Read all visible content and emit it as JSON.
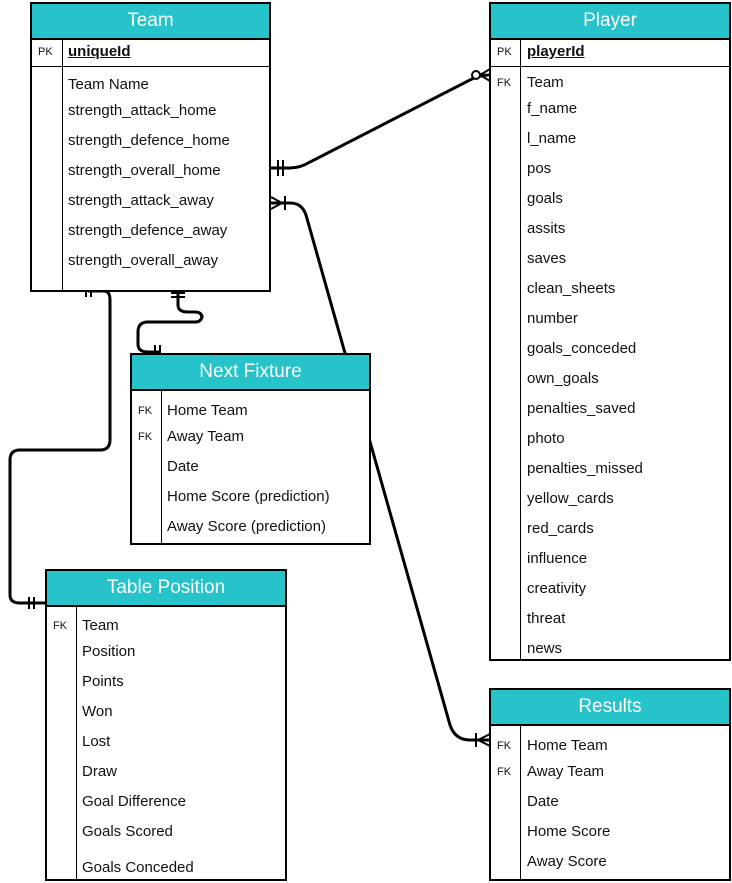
{
  "entities": {
    "team": {
      "title": "Team",
      "pk": {
        "key": "PK",
        "name": "uniqueId"
      },
      "fields": [
        {
          "key": "",
          "name": "Team Name"
        },
        {
          "key": "",
          "name": "strength_attack_home"
        },
        {
          "key": "",
          "name": "strength_defence_home"
        },
        {
          "key": "",
          "name": "strength_overall_home"
        },
        {
          "key": "",
          "name": "strength_attack_away"
        },
        {
          "key": "",
          "name": "strength_defence_away"
        },
        {
          "key": "",
          "name": "strength_overall_away"
        }
      ]
    },
    "player": {
      "title": "Player",
      "pk": {
        "key": "PK",
        "name": "playerId"
      },
      "fields": [
        {
          "key": "FK",
          "name": "Team"
        },
        {
          "key": "",
          "name": "f_name"
        },
        {
          "key": "",
          "name": "l_name"
        },
        {
          "key": "",
          "name": "pos"
        },
        {
          "key": "",
          "name": "goals"
        },
        {
          "key": "",
          "name": "assits"
        },
        {
          "key": "",
          "name": "saves"
        },
        {
          "key": "",
          "name": "clean_sheets"
        },
        {
          "key": "",
          "name": "number"
        },
        {
          "key": "",
          "name": "goals_conceded"
        },
        {
          "key": "",
          "name": "own_goals"
        },
        {
          "key": "",
          "name": "penalties_saved"
        },
        {
          "key": "",
          "name": "photo"
        },
        {
          "key": "",
          "name": "penalties_missed"
        },
        {
          "key": "",
          "name": "yellow_cards"
        },
        {
          "key": "",
          "name": "red_cards"
        },
        {
          "key": "",
          "name": "influence"
        },
        {
          "key": "",
          "name": "creativity"
        },
        {
          "key": "",
          "name": "threat"
        },
        {
          "key": "",
          "name": "news"
        }
      ]
    },
    "next_fixture": {
      "title": "Next Fixture",
      "fields": [
        {
          "key": "FK",
          "name": "Home Team"
        },
        {
          "key": "FK",
          "name": "Away Team"
        },
        {
          "key": "",
          "name": "Date"
        },
        {
          "key": "",
          "name": "Home Score (prediction)"
        },
        {
          "key": "",
          "name": "Away Score (prediction)"
        }
      ]
    },
    "table_position": {
      "title": "Table Position",
      "fields": [
        {
          "key": "FK",
          "name": "Team"
        },
        {
          "key": "",
          "name": "Position"
        },
        {
          "key": "",
          "name": "Points"
        },
        {
          "key": "",
          "name": "Won"
        },
        {
          "key": "",
          "name": "Lost"
        },
        {
          "key": "",
          "name": "Draw"
        },
        {
          "key": "",
          "name": "Goal Difference"
        },
        {
          "key": "",
          "name": "Goals Scored"
        },
        {
          "key": "",
          "name": "Goals Conceded"
        }
      ]
    },
    "results": {
      "title": "Results",
      "fields": [
        {
          "key": "FK",
          "name": "Home Team"
        },
        {
          "key": "FK",
          "name": "Away Team"
        },
        {
          "key": "",
          "name": "Date"
        },
        {
          "key": "",
          "name": "Home Score"
        },
        {
          "key": "",
          "name": "Away Score"
        }
      ]
    }
  },
  "colors": {
    "header": "#26c3cb",
    "line": "#000000"
  }
}
